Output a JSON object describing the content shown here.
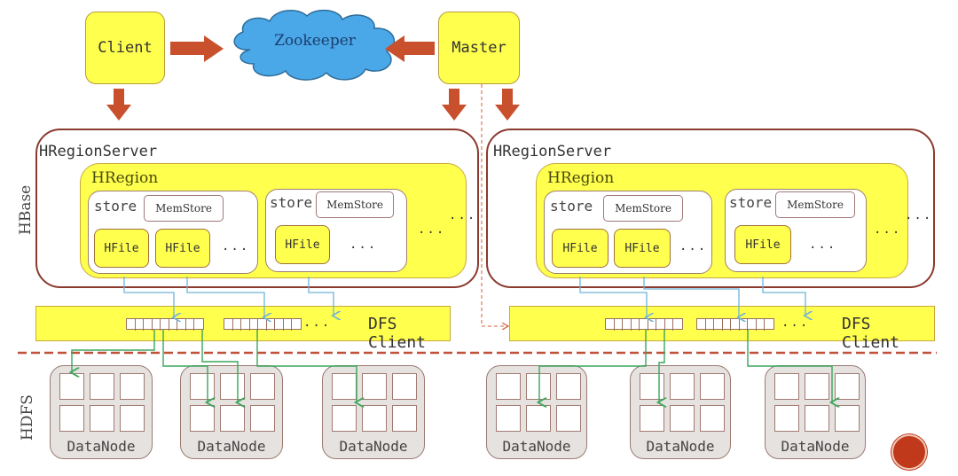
{
  "top": {
    "client_label": "Client",
    "zookeeper_label": "Zookeeper",
    "master_label": "Master"
  },
  "side_labels": {
    "hbase": "HBase",
    "hdfs": "HDFS"
  },
  "servers": [
    {
      "label": "HRegionServer",
      "region_label": "HRegion",
      "stores": [
        {
          "label": "store",
          "memstore": "MemStore",
          "hfiles": [
            "HFile",
            "HFile"
          ],
          "ellipsis": "..."
        },
        {
          "label": "store",
          "memstore": "MemStore",
          "hfiles": [
            "HFile"
          ],
          "ellipsis": "..."
        }
      ],
      "stores_ellipsis": "...",
      "region_ellipsis": "..."
    },
    {
      "label": "HRegionServer",
      "region_label": "HRegion",
      "stores": [
        {
          "label": "store",
          "memstore": "MemStore",
          "hfiles": [
            "HFile",
            "HFile"
          ],
          "ellipsis": "..."
        },
        {
          "label": "store",
          "memstore": "MemStore",
          "hfiles": [
            "HFile"
          ],
          "ellipsis": "..."
        }
      ],
      "stores_ellipsis": "...",
      "region_ellipsis": "..."
    }
  ],
  "dfs_clients": [
    {
      "label": "DFS Client",
      "ellipsis": "..."
    },
    {
      "label": "DFS Client",
      "ellipsis": "..."
    }
  ],
  "datanodes": [
    {
      "label": "DataNode"
    },
    {
      "label": "DataNode"
    },
    {
      "label": "DataNode"
    },
    {
      "label": "DataNode"
    },
    {
      "label": "DataNode"
    },
    {
      "label": "DataNode"
    }
  ],
  "colors": {
    "arrow": "#c9502c",
    "blue_line": "#6fb3d8",
    "green_line": "#3aa55a",
    "dashed_divider": "#c0503a",
    "cloud": "#4aa8e8",
    "yellow": "#ffff4d"
  }
}
